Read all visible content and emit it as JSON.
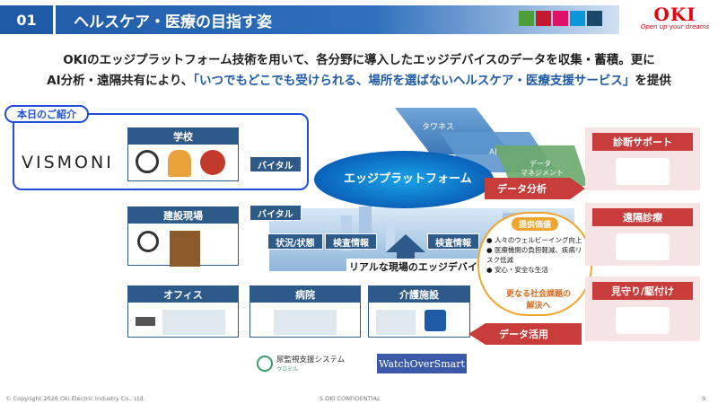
{
  "header": {
    "number": "01",
    "title": "ヘルスケア・医療の目指す姿",
    "sdg_colors": [
      "#4c9f38",
      "#c5192d",
      "#dd1367",
      "#0a97d9",
      "#19486a"
    ],
    "logo": {
      "brand": "OKI",
      "tagline": "Open up your dreams",
      "color": "#e60012"
    }
  },
  "lead": {
    "line1": "OKIのエッジプラットフォーム技術を用いて、各分野に導入したエッジデバイスのデータを収集・蓄積。更に",
    "line2_prefix": "AI分析・遠隔共有により、",
    "line2_highlight": "「いつでもどこでも受けられる、場所を選ばないヘルスケア・医療支援サービス」",
    "line2_suffix": "を提供"
  },
  "intro": {
    "tag": "本日のご紹介",
    "product": "VISMONI"
  },
  "categories": {
    "school": "学校",
    "construction": "建設現場",
    "office": "オフィス",
    "hospital": "病院",
    "care": "介護施設"
  },
  "platform": {
    "tiles": [
      "タワネス",
      "AI",
      "データ\nマネジメント"
    ],
    "core": "エッジプラットフォーム",
    "base": "リアルな現場のエッジデバイス"
  },
  "labels": {
    "vital1": "バイタル",
    "vital2": "バイタル",
    "status": "状況/状態",
    "inspect1": "検査情報",
    "inspect2": "検査情報",
    "data_analysis": "データ分析",
    "data_use": "データ活用"
  },
  "value": {
    "title": "提供価値",
    "items": [
      "人々のウェルビーイング向上",
      "医療機関の負担軽減、疾病リスク低減",
      "安心・安全な生活"
    ],
    "footer": "更なる社会課題の解決へ"
  },
  "services": [
    "診断サポート",
    "遠隔診療",
    "見守り/駆付け"
  ],
  "products": {
    "urine": "尿監視支援システム",
    "urine_sub": "ウロミル",
    "watch": "WatchOverSmart"
  },
  "footer": {
    "copyright": "© Copyright 2026 Oki Electric Industry Co., Ltd.",
    "confidential": "S OKI CONFIDENTIAL",
    "page": "9"
  }
}
